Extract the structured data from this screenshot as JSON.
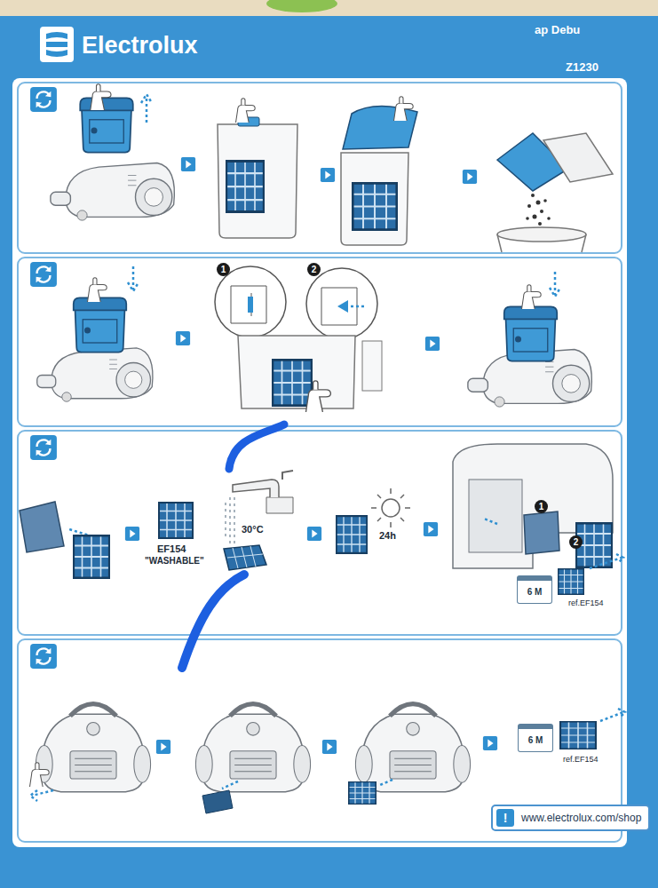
{
  "diagram": {
    "nodes": [
      {
        "text": [
          "Electrolux",
          "ap Debu",
          "Z1230"
        ]
      },
      {
        "text": [
          "1"
        ]
      },
      {
        "text": [
          "2"
        ]
      },
      {
        "text": [
          "1"
        ]
      },
      {
        "text": [
          "2"
        ]
      },
      {
        "text": [
          "6 M"
        ]
      },
      {
        "text": [
          "6 M"
        ]
      },
      {
        "text": [
          "www.electrolux.com/shop"
        ]
      },
      {
        "text": [
          "!"
        ],
        "in": 7
      }
    ],
    "labels": [
      "EF154",
      "\"WASHABLE\"",
      "30°C",
      "24h",
      "ref.EF154",
      "ref.EF154"
    ]
  }
}
